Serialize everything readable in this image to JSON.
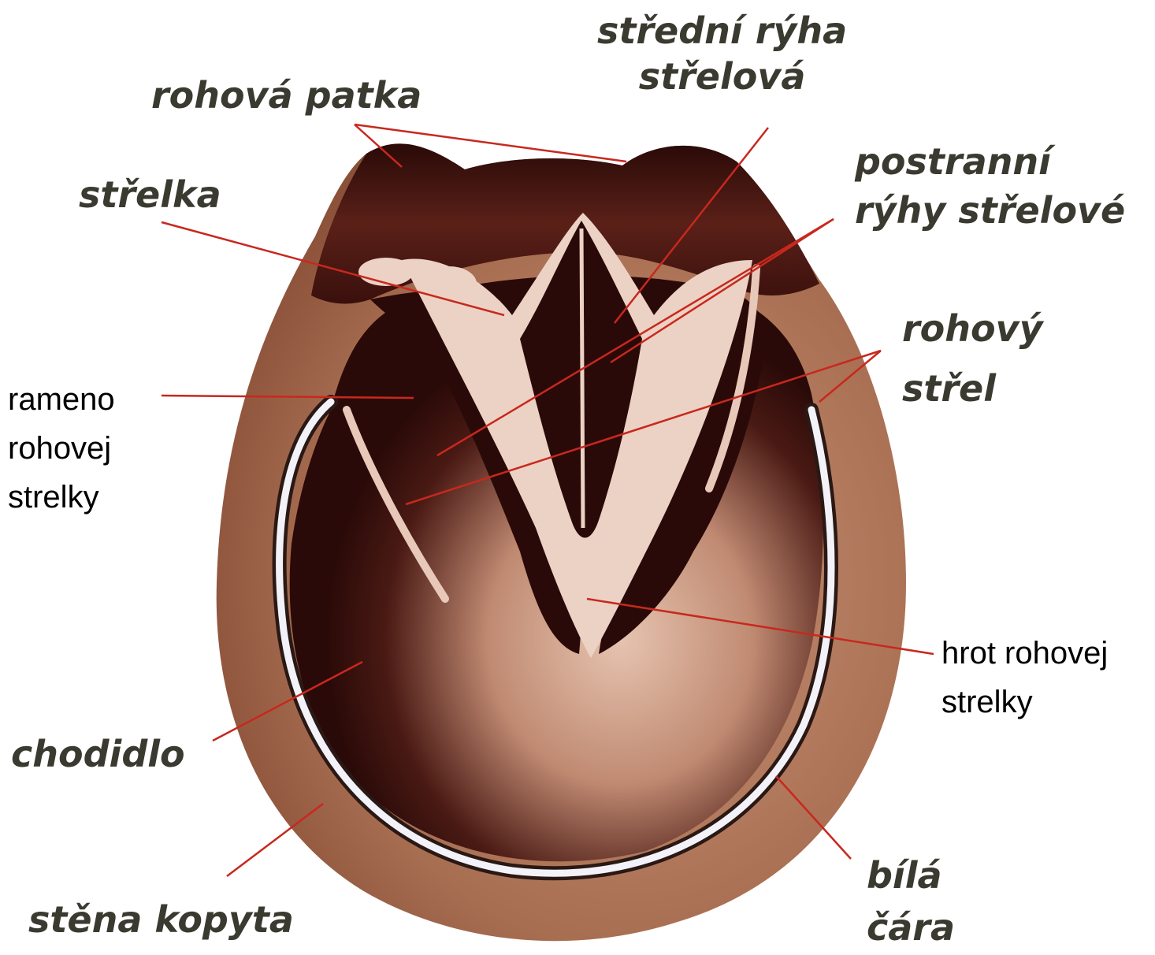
{
  "diagram": {
    "colors": {
      "background": "#ffffff",
      "hoof_dark": "#2a0a08",
      "hoof_mid": "#6b2a20",
      "wall": "#a86e52",
      "wall_light": "#d4a88c",
      "frog_light": "#ecd2c4",
      "white_line": "#f2f2f8",
      "leader": "#c8281e",
      "label_italic": "#3a3a30",
      "label_plain": "#000000"
    },
    "labels": {
      "rohova_patka": "rohová patka",
      "stredni_ryha_1": "střední rýha",
      "stredni_ryha_2": "střelová",
      "strelka": "střelka",
      "postranni_1": "postranní",
      "postranni_2": "rýhy střelové",
      "rohovy_strel_1": "rohový",
      "rohovy_strel_2": "střel",
      "rameno_1": "rameno",
      "rameno_2": "rohovej",
      "rameno_3": "strelky",
      "hrot_1": "hrot rohovej",
      "hrot_2": "strelky",
      "chodidlo": "chodidlo",
      "stena_kopyta": "stěna kopyta",
      "bila_1": "bílá",
      "bila_2": "čára"
    }
  }
}
